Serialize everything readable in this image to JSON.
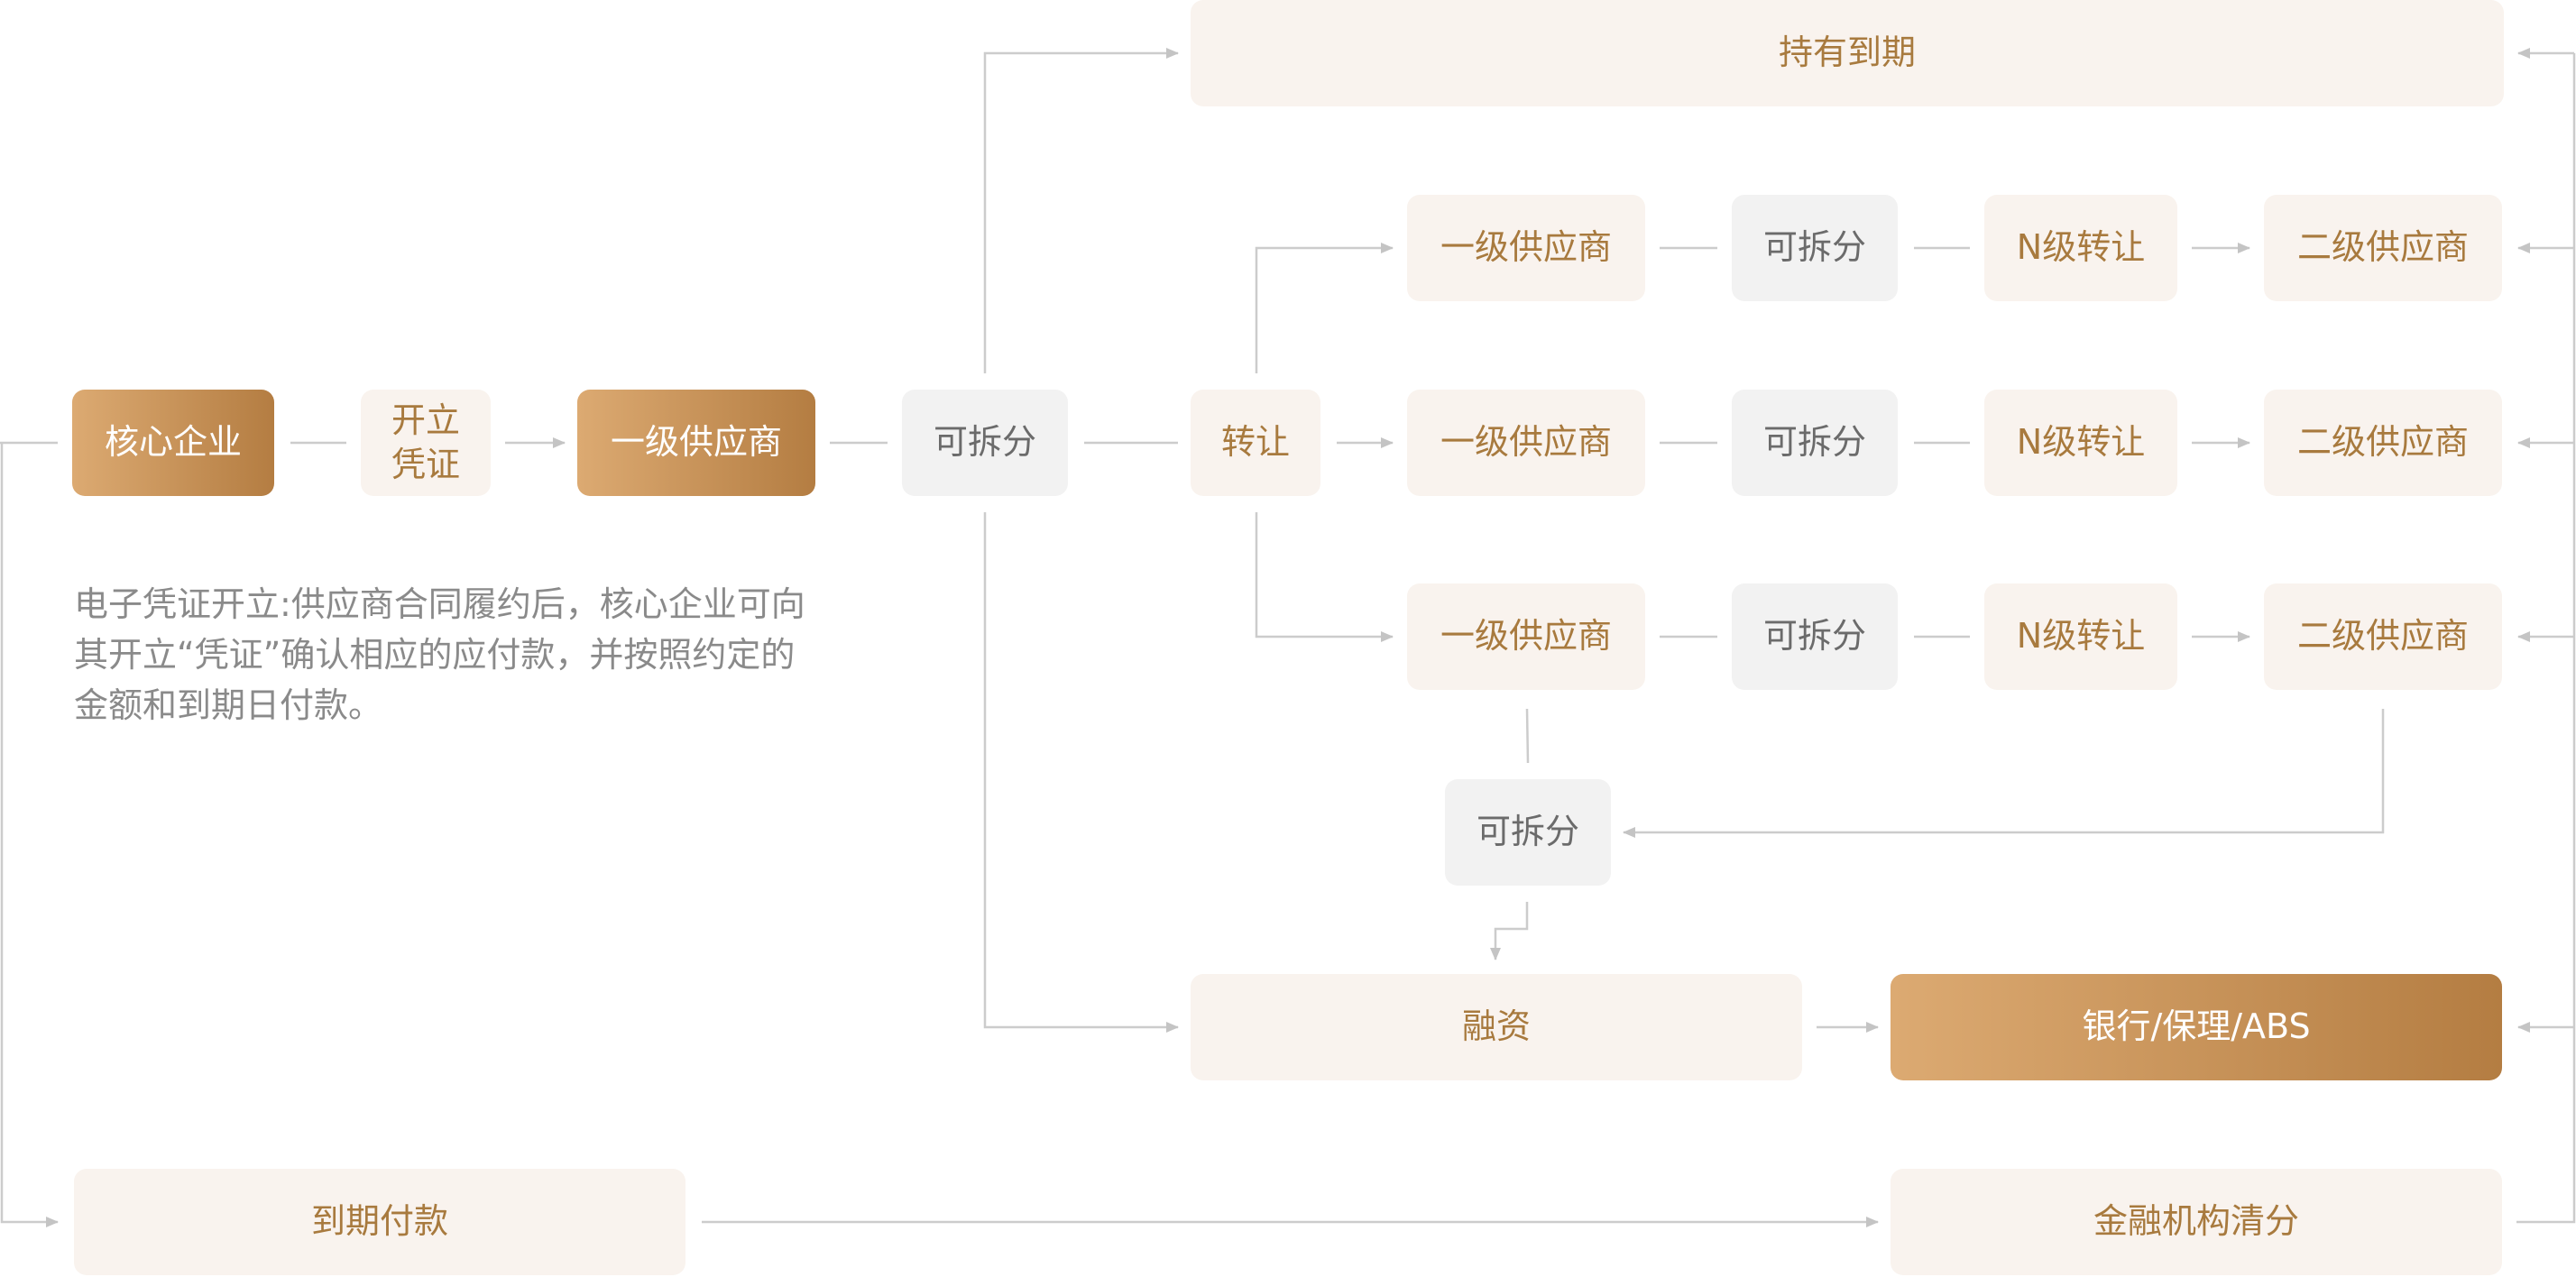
{
  "nodes": {
    "core_enterprise": "核心企业",
    "issue_voucher": "开立\n凭证",
    "tier1_main": "一级供应商",
    "splittable_main": "可拆分",
    "transfer": "转让",
    "hold_to_maturity": "持有到期",
    "row1": {
      "tier1": "一级供应商",
      "split": "可拆分",
      "ntransfer": "N级转让",
      "tier2": "二级供应商"
    },
    "row2": {
      "tier1": "一级供应商",
      "split": "可拆分",
      "ntransfer": "N级转让",
      "tier2": "二级供应商"
    },
    "row3": {
      "tier1": "一级供应商",
      "split": "可拆分",
      "ntransfer": "N级转让",
      "tier2": "二级供应商"
    },
    "splittable_lower": "可拆分",
    "financing": "融资",
    "bank": "银行/保理/ABS",
    "maturity_payment": "到期付款",
    "clearing": "金融机构清分"
  },
  "description": "电子凭证开立:供应商合同履约后，核心企业可向\n其开立“凭证”确认相应的应付款，并按照约定的\n金额和到期日付款。",
  "colors": {
    "line": "#cccccc",
    "text_light": "#a87a3e",
    "dark_from": "#dcaa72",
    "dark_to": "#b47d42"
  }
}
